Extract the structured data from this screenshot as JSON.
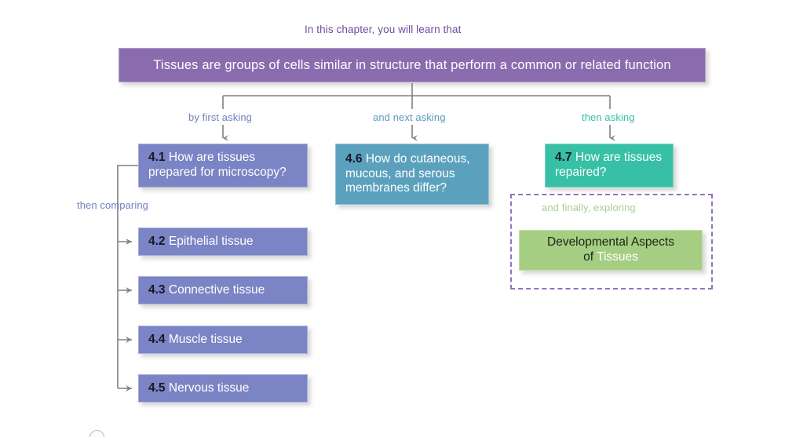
{
  "header": {
    "intro_caption": "In this chapter, you will learn that",
    "title": "Tissues are groups of cells similar in structure that perform a common or related function",
    "color": "#8a6cae"
  },
  "branch_labels": {
    "first": "by first asking",
    "next": "and next asking",
    "then": "then asking",
    "comparing": "then comparing",
    "finally": "and finally, exploring"
  },
  "sections": {
    "s41": {
      "number": "4.1",
      "title": "How are tissues prepared for microscopy?",
      "color": "#7b84c4"
    },
    "s42": {
      "number": "4.2",
      "title": "Epithelial tissue",
      "color": "#7b84c4"
    },
    "s43": {
      "number": "4.3",
      "title": "Connective tissue",
      "color": "#7b84c4"
    },
    "s44": {
      "number": "4.4",
      "title": "Muscle tissue",
      "color": "#7b84c4"
    },
    "s45": {
      "number": "4.5",
      "title": "Nervous tissue",
      "color": "#7b84c4"
    },
    "s46": {
      "number": "4.6",
      "title": "How do cutaneous, mucous, and serous membranes differ?",
      "color": "#5ba1bd"
    },
    "s47": {
      "number": "4.7",
      "title": "How are tissues repaired?",
      "color": "#37c0a5"
    }
  },
  "developmental": {
    "line1": "Developmental Aspects",
    "line2_prefix": "of ",
    "line2_highlight": "Tissues",
    "color": "#a5ce82",
    "dashed_border_color": "#9471c2"
  },
  "colors": {
    "connector_line": "#808080",
    "label_purple": "#6d4f9e",
    "label_periwinkle": "#7480c0",
    "label_steelblue": "#5a9bbe",
    "label_teal": "#35bfa4",
    "label_green": "#a9cf8c"
  }
}
